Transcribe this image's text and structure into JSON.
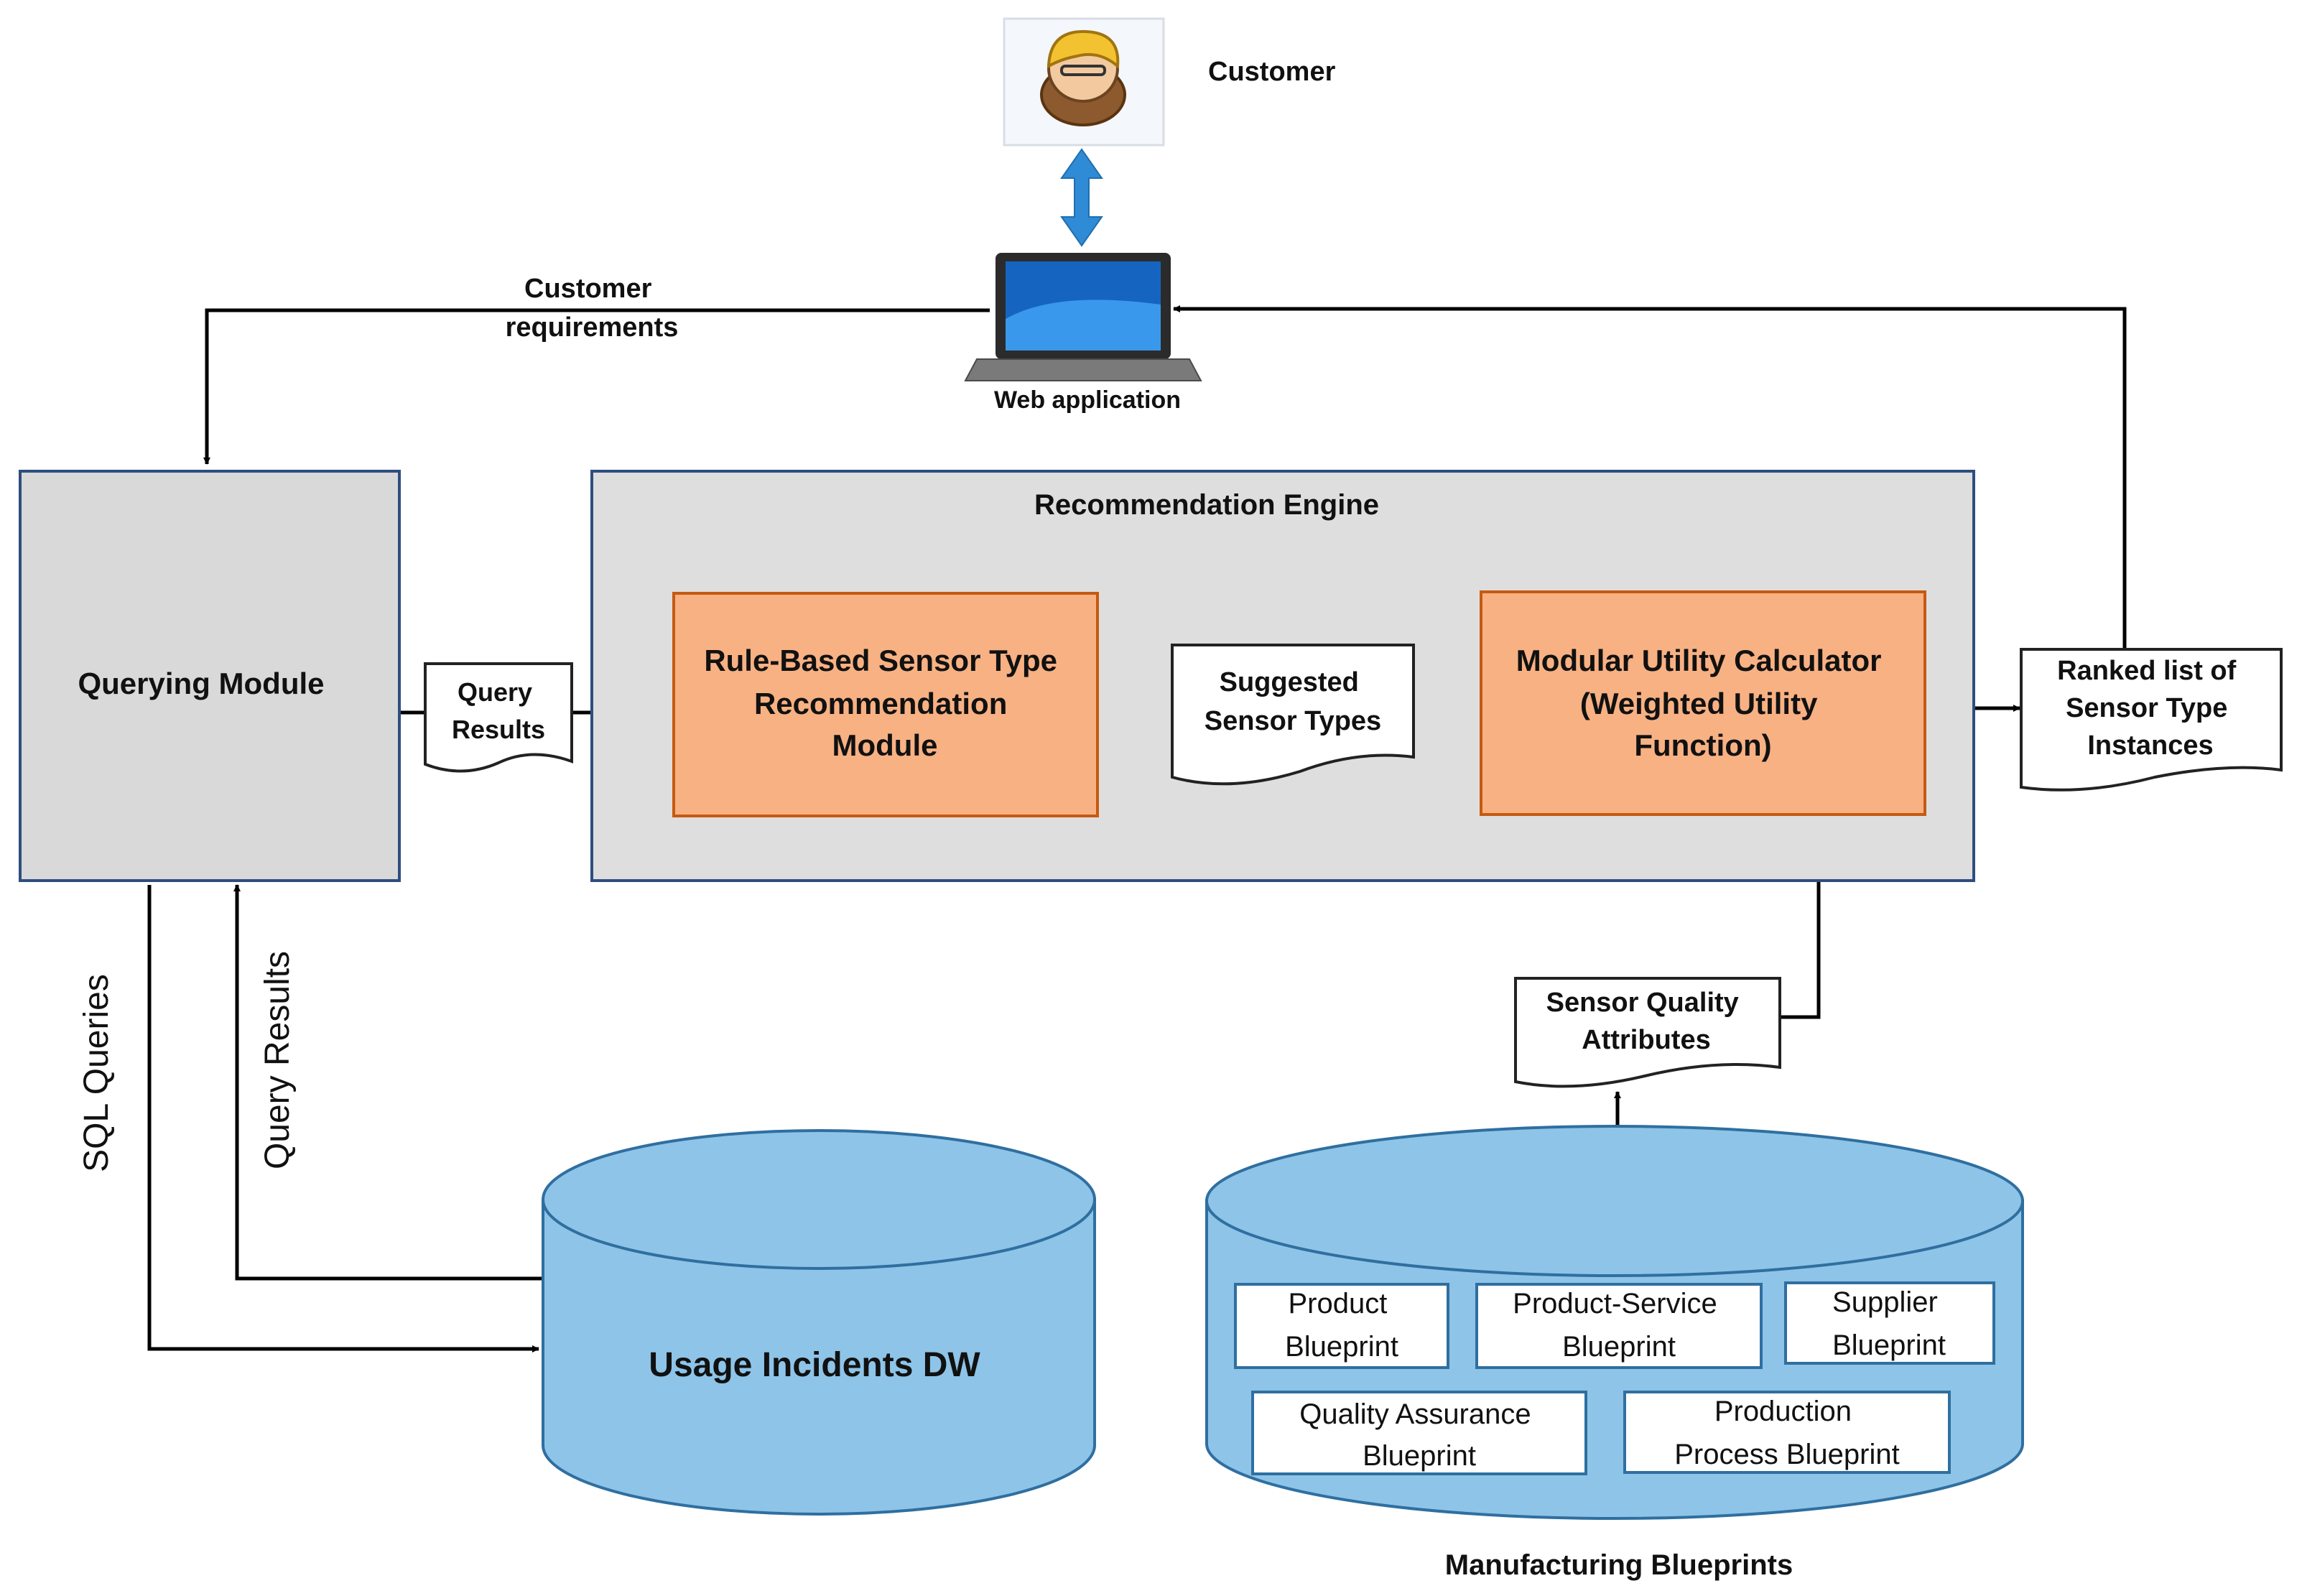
{
  "customer": {
    "label": "Customer"
  },
  "web_app": {
    "label": "Web application"
  },
  "flows": {
    "customer_requirements": [
      "Customer",
      "requirements"
    ],
    "query_results_doc": [
      "Query",
      "Results"
    ],
    "suggested_sensor_types": [
      "Suggested",
      "Sensor Types"
    ],
    "ranked_list": [
      "Ranked list of",
      "Sensor Type",
      "Instances"
    ],
    "sensor_quality_attributes": [
      "Sensor Quality",
      "Attributes"
    ],
    "sql_queries": "SQL Queries",
    "query_results_vertical": "Query Results"
  },
  "querying_module": {
    "label": "Querying Module"
  },
  "recommendation_engine": {
    "title": "Recommendation Engine",
    "rule_based": [
      "Rule-Based Sensor Type",
      "Recommendation",
      "Module"
    ],
    "utility_calculator": [
      "Modular Utility Calculator",
      "(Weighted Utility",
      "Function)"
    ]
  },
  "usage_dw": {
    "label": "Usage Incidents DW"
  },
  "manufacturing": {
    "label": "Manufacturing Blueprints",
    "blueprints": [
      [
        "Product",
        "Blueprint"
      ],
      [
        "Product-Service",
        "Blueprint"
      ],
      [
        "Supplier",
        "Blueprint"
      ],
      [
        "Quality Assurance",
        "Blueprint"
      ],
      [
        "Production",
        "Process Blueprint"
      ]
    ]
  },
  "colors": {
    "module_fill": "#d9d9d9",
    "module_border": "#2e4e7e",
    "orange_fill": "#f8b183",
    "orange_border": "#c55a11",
    "db_fill": "#8ec4e8",
    "db_border": "#2f6fa0",
    "arrow_blue": "#2f8bd6"
  }
}
